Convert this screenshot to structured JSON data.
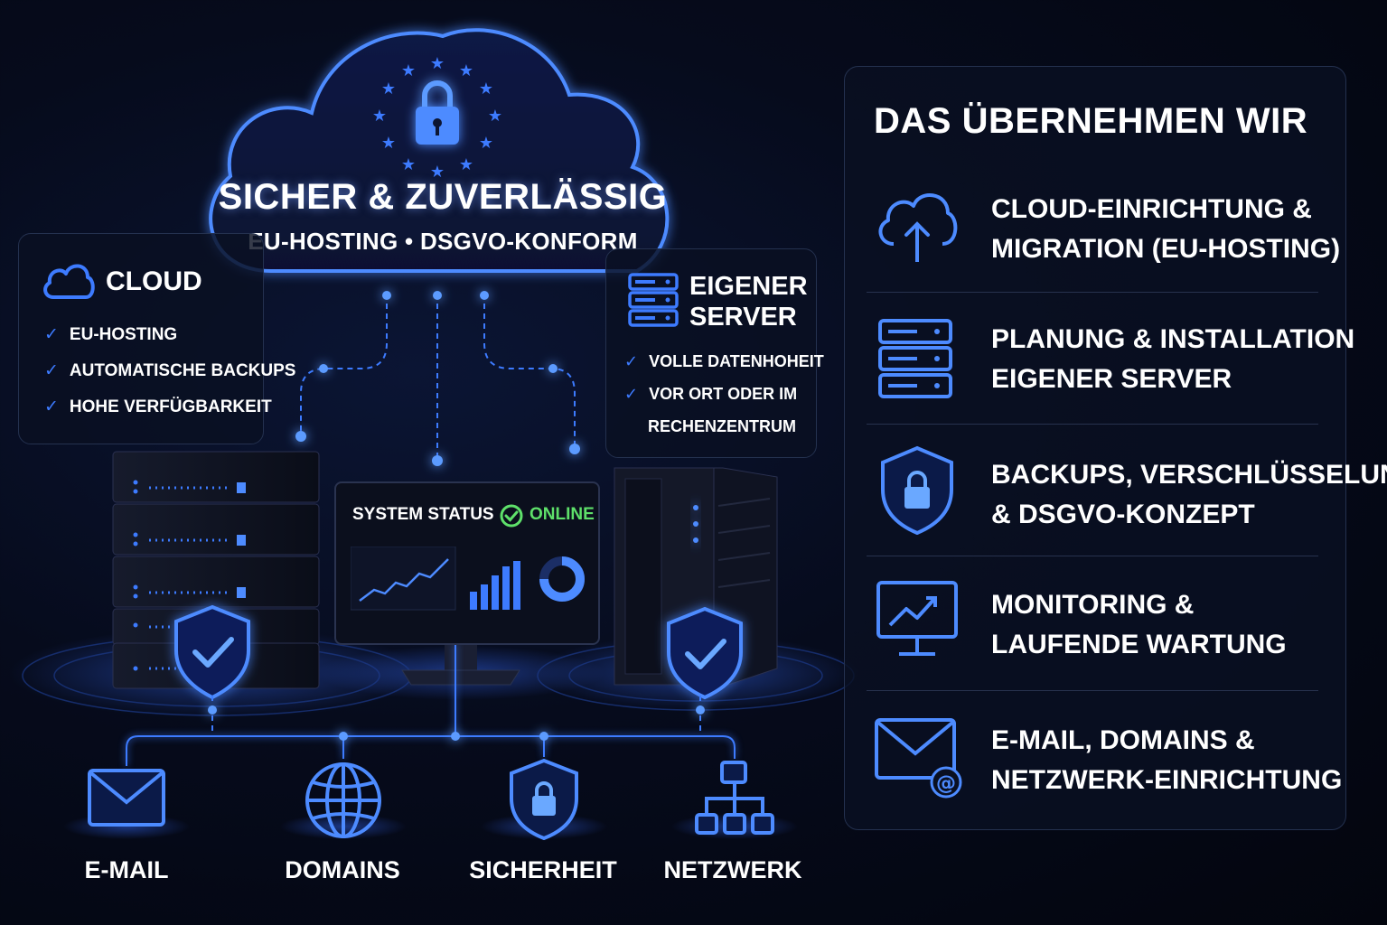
{
  "cloud": {
    "title": "SICHER & ZUVERLÄSSIG",
    "subtitle": "EU-HOSTING • DSGVO-KONFORM",
    "icon": "eu-lock-icon"
  },
  "cloud_panel": {
    "title": "CLOUD",
    "icon": "cloud-icon",
    "items": [
      "EU-HOSTING",
      "AUTOMATISCHE BACKUPS",
      "HOHE VERFÜGBARKEIT"
    ]
  },
  "server_panel": {
    "title_line1": "EIGENER",
    "title_line2": "SERVER",
    "icon": "server-icon",
    "items": [
      "VOLLE DATENHOHEIT",
      "VOR ORT ODER IM",
      "RECHENZENTRUM"
    ]
  },
  "monitor": {
    "label": "SYSTEM STATUS",
    "status": "ONLINE",
    "status_color": "#5ee06a"
  },
  "bottom": {
    "items": [
      {
        "label": "E-MAIL",
        "icon": "mail-icon"
      },
      {
        "label": "DOMAINS",
        "icon": "globe-icon"
      },
      {
        "label": "SICHERHEIT",
        "icon": "shield-lock-icon"
      },
      {
        "label": "NETZWERK",
        "icon": "network-icon"
      }
    ]
  },
  "services": {
    "title": "DAS ÜBERNEHMEN WIR",
    "items": [
      {
        "line1": "CLOUD-EINRICHTUNG &",
        "line2": "MIGRATION (EU-HOSTING)",
        "icon": "cloud-upload-icon"
      },
      {
        "line1": "PLANUNG & INSTALLATION",
        "line2": "EIGENER SERVER",
        "icon": "server-stack-icon"
      },
      {
        "line1": "BACKUPS, VERSCHLÜSSELUNG",
        "line2": "& DSGVO-KONZEPT",
        "icon": "shield-lock-icon"
      },
      {
        "line1": "MONITORING &",
        "line2": "LAUFENDE WARTUNG",
        "icon": "monitor-chart-icon"
      },
      {
        "line1": "E-MAIL, DOMAINS &",
        "line2": "NETZWERK-EINRICHTUNG",
        "icon": "mail-at-icon"
      }
    ]
  },
  "colors": {
    "accent": "#3d7bff",
    "background": "#050914",
    "online": "#5ee06a"
  }
}
